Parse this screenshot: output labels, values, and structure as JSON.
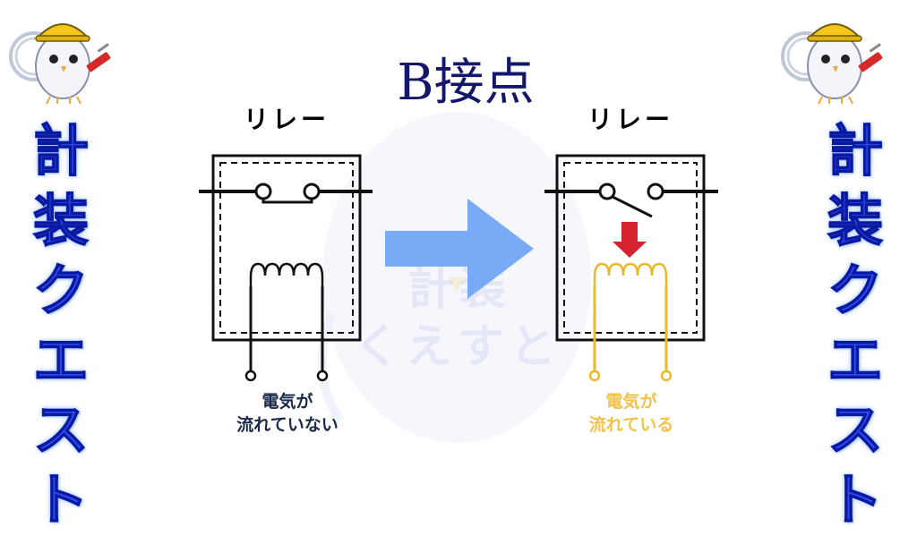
{
  "title": "B接点",
  "side_banner": {
    "chars": [
      "計",
      "装",
      "ク",
      "エ",
      "ス",
      "ト"
    ]
  },
  "watermark": {
    "line1": "計装",
    "line2": "くえすと"
  },
  "relay_off": {
    "label": "リレー",
    "caption_line1": "電気が",
    "caption_line2": "流れていない",
    "coil_color": "#000000"
  },
  "relay_on": {
    "label": "リレー",
    "caption_line1": "電気が",
    "caption_line2": "流れている",
    "coil_color": "#e8b92a"
  },
  "colors": {
    "arrow": "#78aaf5",
    "down_arrow": "#d6222e",
    "banner_text": "#2f4df5",
    "title": "#14166a"
  },
  "icons": {
    "big_arrow": "right-arrow-icon",
    "small_arrow": "down-arrow-icon",
    "mascot": "bird-mascot-icon"
  }
}
